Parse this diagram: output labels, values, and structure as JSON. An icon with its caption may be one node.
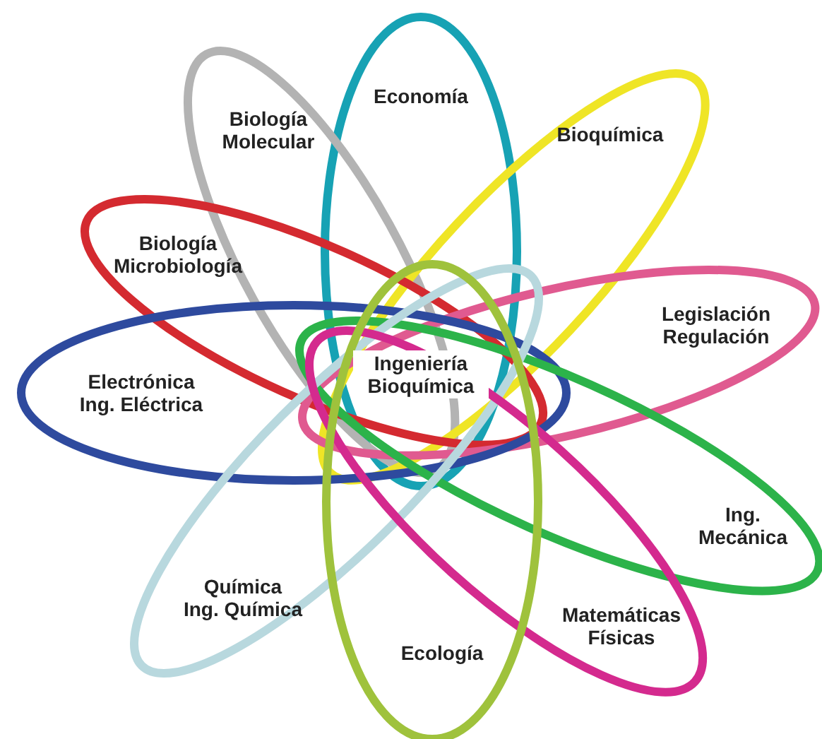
{
  "diagram": {
    "nodes": [
      {
        "text": [
          "Economía"
        ]
      },
      {
        "text": [
          "Biología Molecular"
        ]
      },
      {
        "text": [
          "Bioquímica"
        ]
      },
      {
        "text": [
          "Biología",
          "Microbiología"
        ]
      },
      {
        "text": [
          "Legislación",
          "Regulación"
        ]
      },
      {
        "text": [
          "Ingeniería Bioquímica"
        ]
      },
      {
        "text": [
          "Electrónica",
          "Ing. Eléctrica"
        ]
      },
      {
        "text": [
          "Ing. Mecánica"
        ]
      },
      {
        "text": [
          "Química",
          "Ing. Química"
        ]
      },
      {
        "text": [
          "Matemáticas",
          "Físicas"
        ]
      },
      {
        "text": [
          "Ecología"
        ]
      }
    ]
  }
}
